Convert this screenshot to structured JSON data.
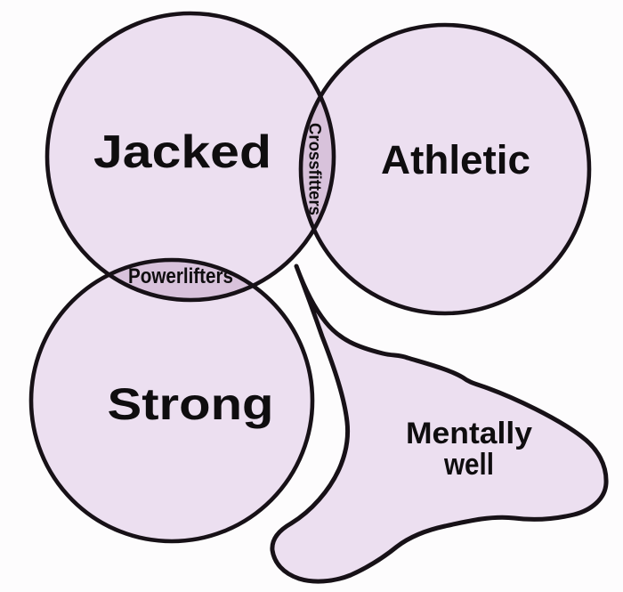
{
  "meme": {
    "background_color": "#fdfcfd",
    "outline_color": "#171117",
    "label_color": "#0f0d0f",
    "set_fill_color": "#ecdff0",
    "overlap_fill_color": "#d8c2db",
    "sets": [
      {
        "label": "Jacked"
      },
      {
        "label": "Athletic"
      },
      {
        "label": "Strong"
      },
      {
        "label": "Mentally well",
        "line1": "Mentally",
        "line2": "well"
      }
    ],
    "overlaps": [
      {
        "label": "Crossfitters",
        "between": "Jacked + Athletic"
      },
      {
        "label": "Powerlifters",
        "between": "Jacked + Strong"
      }
    ]
  }
}
